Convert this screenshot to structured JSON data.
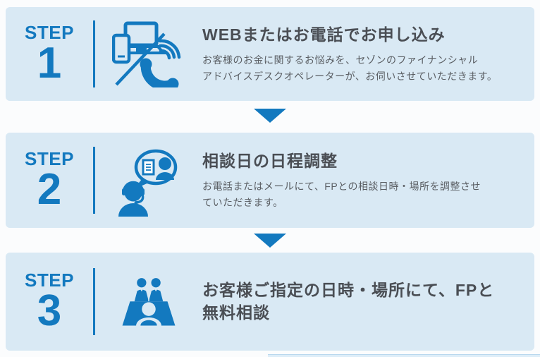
{
  "colors": {
    "accent_blue": "#1379bf",
    "band_background": "#d9e9f4",
    "title_text": "#4a4e54",
    "description_text": "#5a5e63",
    "page_background": "#fbfcfd"
  },
  "icons": {
    "step1": "devices-and-phone-icon",
    "step2": "operator-chat-icon",
    "step3": "meeting-table-icon",
    "between_steps": "arrow-down-icon"
  },
  "steps": [
    {
      "label": "STEP",
      "number": "1",
      "title": "WEBまたはお電話でお申し込み",
      "description": "お客様のお金に関するお悩みを、セゾンのファイナンシャル\nアドバイスデスクオペレーターが、お伺いさせていただきます。"
    },
    {
      "label": "STEP",
      "number": "2",
      "title": "相談日の日程調整",
      "description": "お電話またはメールにて、FPとの相談日時・場所を調整させ\nていただきます。"
    },
    {
      "label": "STEP",
      "number": "3",
      "title": "お客様ご指定の日時・場所にて、FPと\n無料相談",
      "description": ""
    }
  ]
}
